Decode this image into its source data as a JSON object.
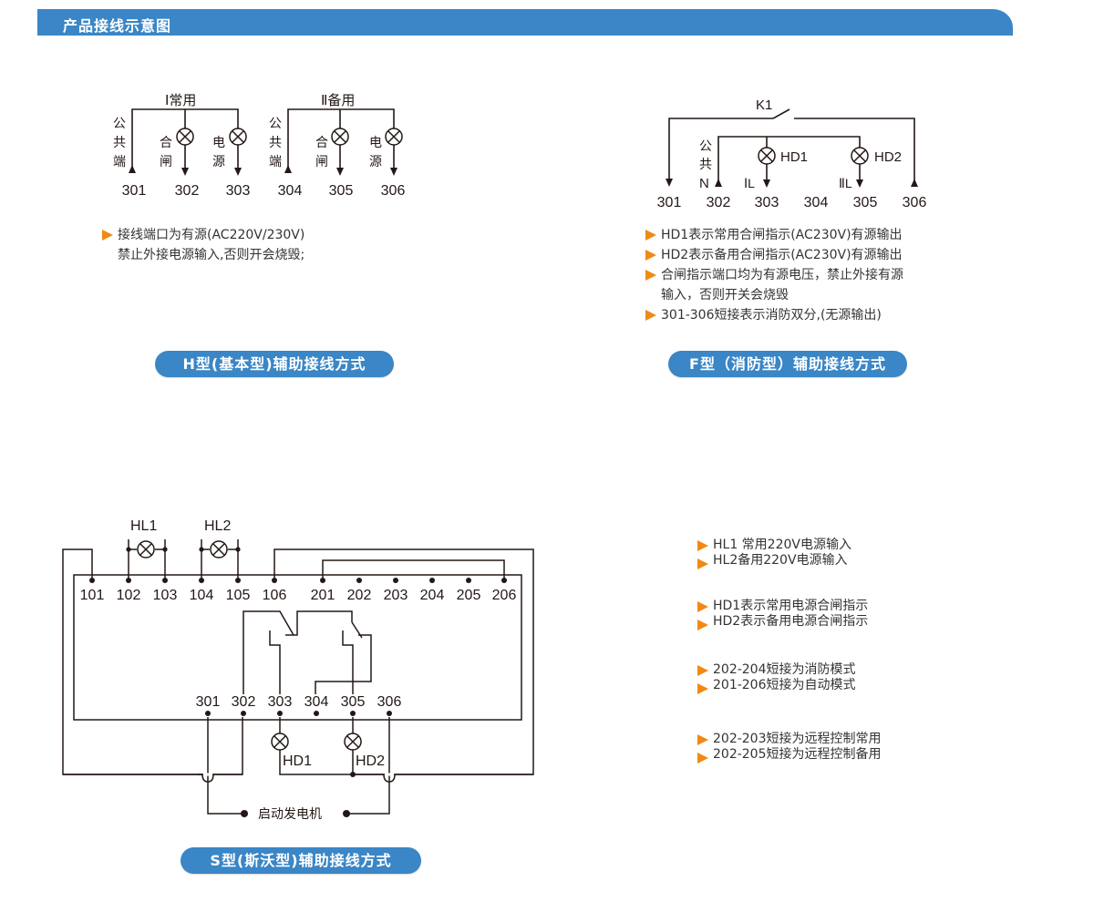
{
  "header": {
    "title": "产品接线示意图"
  },
  "h_type": {
    "group1_label": "Ⅰ常用",
    "group2_label": "Ⅱ备用",
    "common_label": [
      "公",
      "共",
      "端"
    ],
    "close_label": [
      "合",
      "闸"
    ],
    "power_label": [
      "电",
      "源"
    ],
    "terminals": [
      "301",
      "302",
      "303",
      "304",
      "305",
      "306"
    ],
    "notes": [
      {
        "text": "接线端口为有源(AC220V/230V)",
        "bullet": true
      },
      {
        "text": "禁止外接电源输入,否则开会烧毁;",
        "bullet": false
      }
    ],
    "caption": "H型(基本型)辅助接线方式"
  },
  "f_type": {
    "switch_label": "K1",
    "common_label": [
      "公",
      "共",
      "N"
    ],
    "lamp1": "HD1",
    "lamp2": "HD2",
    "line1": "ⅠL",
    "line2": "ⅡL",
    "terminals": [
      "301",
      "302",
      "303",
      "304",
      "305",
      "306"
    ],
    "notes": [
      {
        "text": "HD1表示常用合闸指示(AC230V)有源输出",
        "bullet": true
      },
      {
        "text": "HD2表示备用合闸指示(AC230V)有源输出",
        "bullet": true
      },
      {
        "text": "合闸指示端口均为有源电压，禁止外接有源",
        "bullet": true
      },
      {
        "text": "输入，否则开关会烧毁",
        "bullet": false
      },
      {
        "text": "301-306短接表示消防双分,(无源输出)",
        "bullet": true
      }
    ],
    "caption": "F型（消防型）辅助接线方式"
  },
  "s_type": {
    "lamp_hl1": "HL1",
    "lamp_hl2": "HL2",
    "top_terminals": [
      "101",
      "102",
      "103",
      "104",
      "105",
      "106",
      "201",
      "202",
      "203",
      "204",
      "205",
      "206"
    ],
    "bottom_terminals": [
      "301",
      "302",
      "303",
      "304",
      "305",
      "306"
    ],
    "lamp_hd1": "HD1",
    "lamp_hd2": "HD2",
    "generator_label": "启动发电机",
    "caption": "S型(斯沃型)辅助接线方式",
    "notes": [
      [
        "HL1 常用220V电源输入",
        "HL2备用220V电源输入"
      ],
      [
        "HD1表示常用电源合闸指示",
        "HD2表示备用电源合闸指示"
      ],
      [
        "202-204短接为消防模式",
        "201-206短接为自动模式"
      ],
      [
        "202-203短接为远程控制常用",
        "202-205短接为远程控制备用"
      ]
    ]
  },
  "colors": {
    "accent": "#3a86c6",
    "bullet": "#f08a14",
    "line": "#231815"
  }
}
